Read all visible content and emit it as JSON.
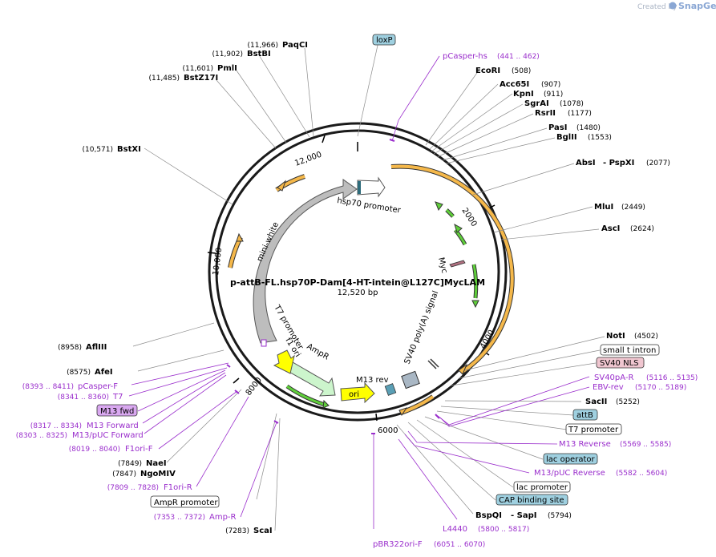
{
  "branding": {
    "created_by": "Created by",
    "product": "SnapGene"
  },
  "plasmid": {
    "name": "p-attB-FL.hsp70P-Dam[4-HT-intein@L127C]MycLAM",
    "length": "12,520 bp"
  },
  "ticks": [
    "2000",
    "4000",
    "6000",
    "8000",
    "10,000",
    "12,000"
  ],
  "features": {
    "hsp70": "hsp70 promoter",
    "mini_white": "mini-white",
    "myc": "Myc",
    "sv40": "SV40 poly(A) signal",
    "t7": "T7 promoter",
    "f1": "f1 ori",
    "ampr": "AmpR",
    "ori": "ori",
    "m13rev": "M13 rev"
  },
  "labels": {
    "paqci": {
      "coord": "(11,966)",
      "name": "PaqCI"
    },
    "bstbi": {
      "coord": "(11,902)",
      "name": "BstBI"
    },
    "pmli": {
      "coord": "(11,601)",
      "name": "PmlI"
    },
    "bstz17i": {
      "coord": "(11,485)",
      "name": "BstZ17I"
    },
    "bstxi": {
      "coord": "(10,571)",
      "name": "BstXI"
    },
    "loxp": {
      "name": "loxP"
    },
    "pcasper_hs": {
      "name": "pCasper-hs",
      "coord": "(441 .. 462)"
    },
    "ecori": {
      "name": "EcoRI",
      "coord": "(508)"
    },
    "acc65i": {
      "name": "Acc65I",
      "coord": "(907)"
    },
    "kpni": {
      "name": "KpnI",
      "coord": "(911)"
    },
    "sgrai": {
      "name": "SgrAI",
      "coord": "(1078)"
    },
    "rsrii": {
      "name": "RsrII",
      "coord": "(1177)"
    },
    "pasi": {
      "name": "PasI",
      "coord": "(1480)"
    },
    "bglii": {
      "name": "BglII",
      "coord": "(1553)"
    },
    "absi": {
      "name": "AbsI",
      "sep": "- PspXI",
      "coord": "(2077)"
    },
    "mlui": {
      "name": "MluI",
      "coord": "(2449)"
    },
    "asci": {
      "name": "AscI",
      "coord": "(2624)"
    },
    "noti": {
      "name": "NotI",
      "coord": "(4502)"
    },
    "small_t": {
      "name": "small t intron"
    },
    "sv40nls": {
      "name": "SV40 NLS"
    },
    "sv40pa_r": {
      "name": "SV40pA-R",
      "coord": "(5116 .. 5135)"
    },
    "ebv_rev": {
      "name": "EBV-rev",
      "coord": "(5170 .. 5189)"
    },
    "sacii": {
      "name": "SacII",
      "coord": "(5252)"
    },
    "attb": {
      "name": "attB"
    },
    "t7prom": {
      "name": "T7 promoter"
    },
    "m13reverse": {
      "name": "M13 Reverse",
      "coord": "(5569 .. 5585)"
    },
    "lacop": {
      "name": "lac operator"
    },
    "m13puc_rev": {
      "name": "M13/pUC Reverse",
      "coord": "(5582 .. 5604)"
    },
    "lacprom": {
      "name": "lac promoter"
    },
    "cap": {
      "name": "CAP binding site"
    },
    "bspqi": {
      "name": "BspQI",
      "sep": "- SapI",
      "coord": "(5794)"
    },
    "l4440": {
      "name": "L4440",
      "coord": "(5800 .. 5817)"
    },
    "pbr322": {
      "name": "pBR322ori-F",
      "coord": "(6051 .. 6070)"
    },
    "afliii": {
      "coord": "(8958)",
      "name": "AflIII"
    },
    "afei": {
      "coord": "(8575)",
      "name": "AfeI"
    },
    "pcasper_f": {
      "coord": "(8393 .. 8411)",
      "name": "pCasper-F"
    },
    "t7": {
      "coord": "(8341 .. 8360)",
      "name": "T7"
    },
    "m13fwd": {
      "name": "M13 fwd"
    },
    "m13forward": {
      "coord": "(8317 .. 8334)",
      "name": "M13 Forward"
    },
    "m13puc_fwd": {
      "coord": "(8303 .. 8325)",
      "name": "M13/pUC Forward"
    },
    "f1ori_f": {
      "coord": "(8019 .. 8040)",
      "name": "F1ori-F"
    },
    "naei": {
      "coord": "(7849)",
      "name": "NaeI"
    },
    "ngomiv": {
      "coord": "(7847)",
      "name": "NgoMIV"
    },
    "f1ori_r": {
      "coord": "(7809 .. 7828)",
      "name": "F1ori-R"
    },
    "ampr_prom": {
      "name": "AmpR promoter"
    },
    "amp_r": {
      "coord": "(7353 .. 7372)",
      "name": "Amp-R"
    },
    "scai": {
      "coord": "(7283)",
      "name": "ScaI"
    }
  },
  "colors": {
    "orange": "#f5b84a",
    "green": "#5fcf3a",
    "gray": "#bdbdbd",
    "yellow": "#ffff00",
    "lightgreen": "#ccf5cc",
    "primer": "#9a2ecc",
    "feature_box_blue": "#9fd0e0",
    "feature_box_pink": "#f0c6d0",
    "feature_box_purple": "#d9a8f0"
  }
}
